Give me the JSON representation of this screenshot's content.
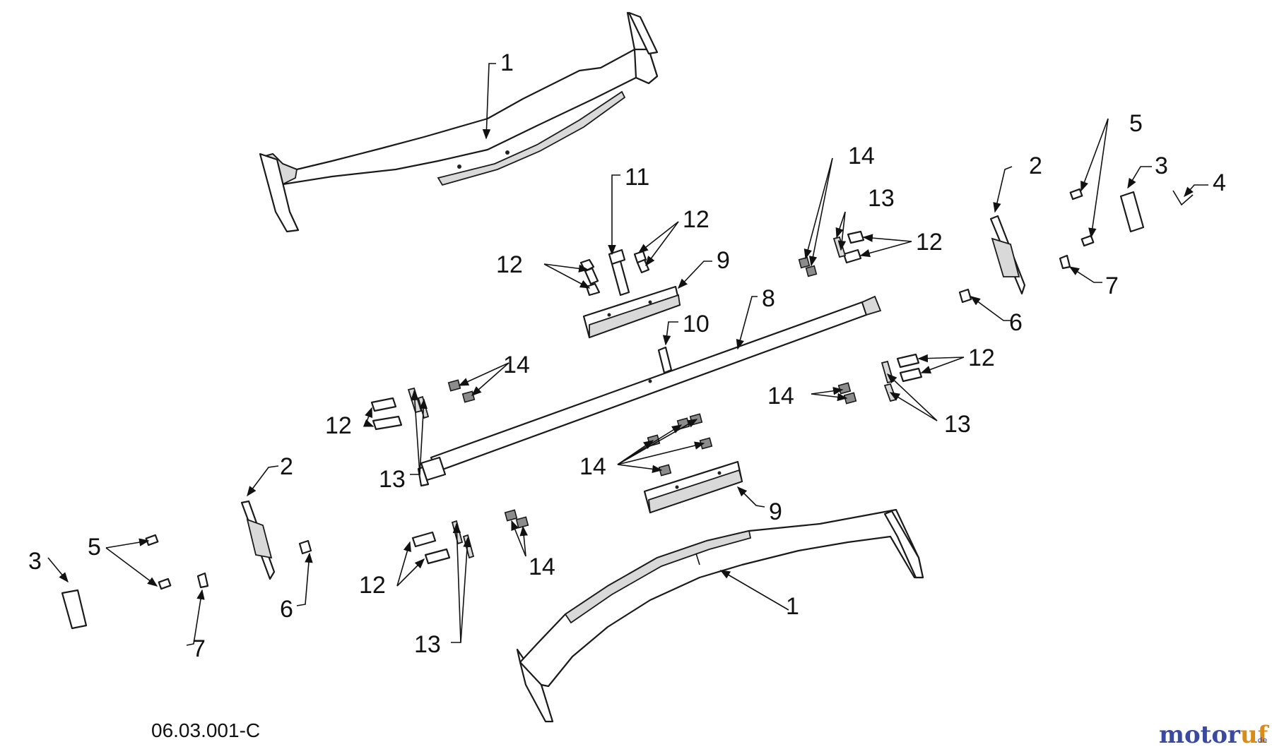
{
  "diagram": {
    "callouts": {
      "c1a": "1",
      "c1b": "1",
      "c2a": "2",
      "c2b": "2",
      "c3a": "3",
      "c3b": "3",
      "c4": "4",
      "c5a": "5",
      "c5b": "5",
      "c6a": "6",
      "c6b": "6",
      "c7a": "7",
      "c7b": "7",
      "c8": "8",
      "c9a": "9",
      "c9b": "9",
      "c10": "10",
      "c11": "11",
      "c12a": "12",
      "c12b": "12",
      "c12c": "12",
      "c12d": "12",
      "c12e": "12",
      "c12f": "12",
      "c13a": "13",
      "c13b": "13",
      "c13c": "13",
      "c13d": "13",
      "c14a": "14",
      "c14b": "14",
      "c14c": "14",
      "c14d": "14",
      "c14e": "14"
    },
    "drawing_code": "06.03.001-C",
    "watermark": {
      "brand_main": "motoruf",
      "brand_suffix": ".de",
      "colors": {
        "motor": "#3a4aa0",
        "uf": "#d98c1a"
      }
    }
  }
}
